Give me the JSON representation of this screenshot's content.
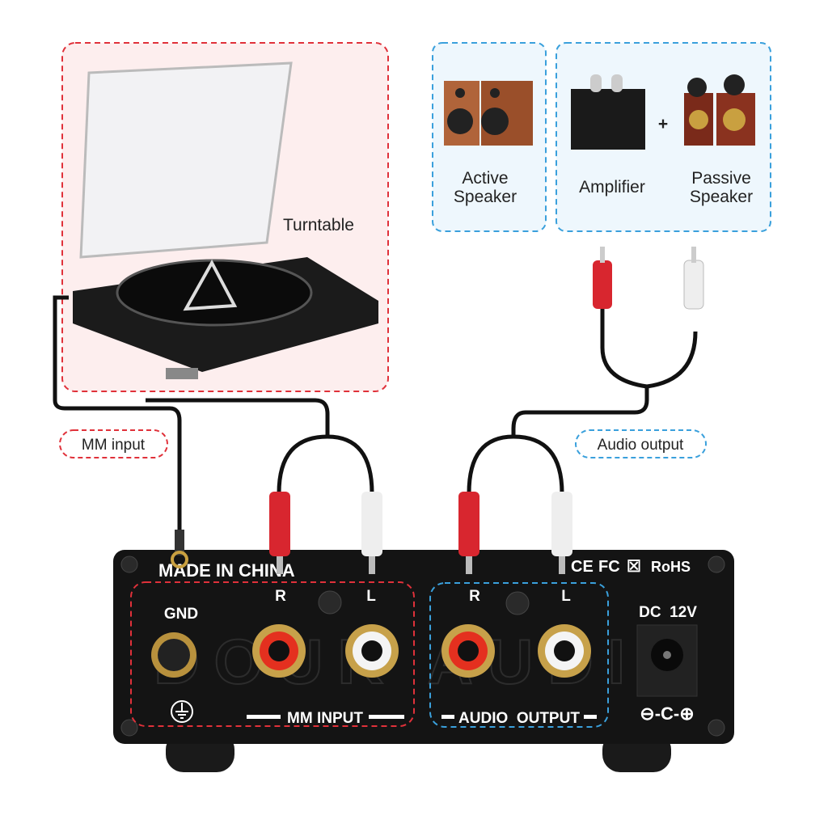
{
  "sources": {
    "turntable_label": "Turntable",
    "mm_input_tag": "MM input"
  },
  "outputs": {
    "active_speaker": [
      "Active",
      "Speaker"
    ],
    "amplifier": "Amplifier",
    "plus": "+",
    "passive_speaker": [
      "Passive",
      "Speaker"
    ],
    "audio_output_tag": "Audio output"
  },
  "device": {
    "made_in": "MADE IN CHINA",
    "gnd": "GND",
    "r": "R",
    "l": "L",
    "mm_input": "MM INPUT",
    "audio_output": "AUDIO  OUTPUT",
    "dc": "DC  12V",
    "certs": [
      "CE",
      "FC",
      "RoHS"
    ],
    "watermark": "DOUK AUDIO",
    "polarity": "⊖-C-⊕"
  },
  "colors": {
    "red": "#e0313a",
    "blue": "#3aa0dc",
    "panel": "#141414"
  }
}
